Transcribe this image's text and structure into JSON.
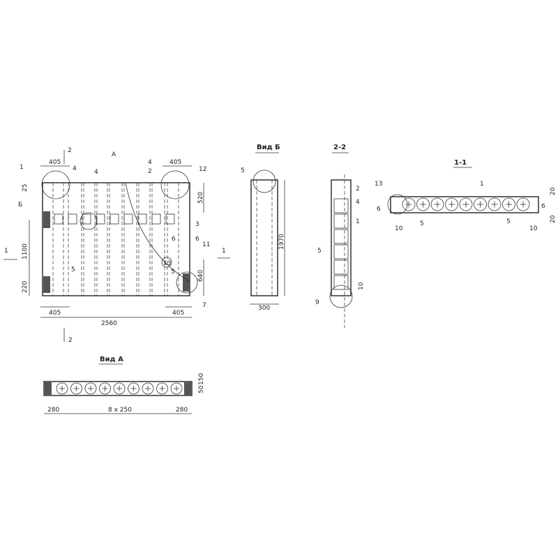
{
  "plan": {
    "view_marker_a": "A",
    "view_marker_b": "Б",
    "section_1_left": "1",
    "section_1_right": "1",
    "section_2_top": "2",
    "section_2_bottom": "2",
    "dims": {
      "top_left": "405",
      "top_right": "405",
      "bottom_left": "405",
      "bottom_right": "405",
      "overall": "2560",
      "left_top": "25",
      "left_mid": "1100",
      "left_bottom": "220",
      "right_top": "520",
      "right_bottom": "640"
    },
    "callouts": [
      "1",
      "4",
      "4",
      "2",
      "4",
      "12",
      "3",
      "6",
      "6",
      "11",
      "13",
      "5",
      "7",
      "5"
    ]
  },
  "view_b": {
    "title": "Вид Б",
    "height_dim": "1970",
    "width_dim": "300",
    "callout": "5"
  },
  "section_2_2": {
    "title": "2-2",
    "callouts": [
      "2",
      "4",
      "1",
      "5",
      "9"
    ],
    "dim": "10"
  },
  "section_1_1": {
    "title": "1-1",
    "callouts": [
      "13",
      "6",
      "1",
      "5",
      "5",
      "6"
    ],
    "dims": [
      "10",
      "10",
      "20",
      "20"
    ]
  },
  "view_a": {
    "title": "Вид А",
    "dims": [
      "280",
      "8 x 250",
      "280",
      "50",
      "150"
    ]
  }
}
